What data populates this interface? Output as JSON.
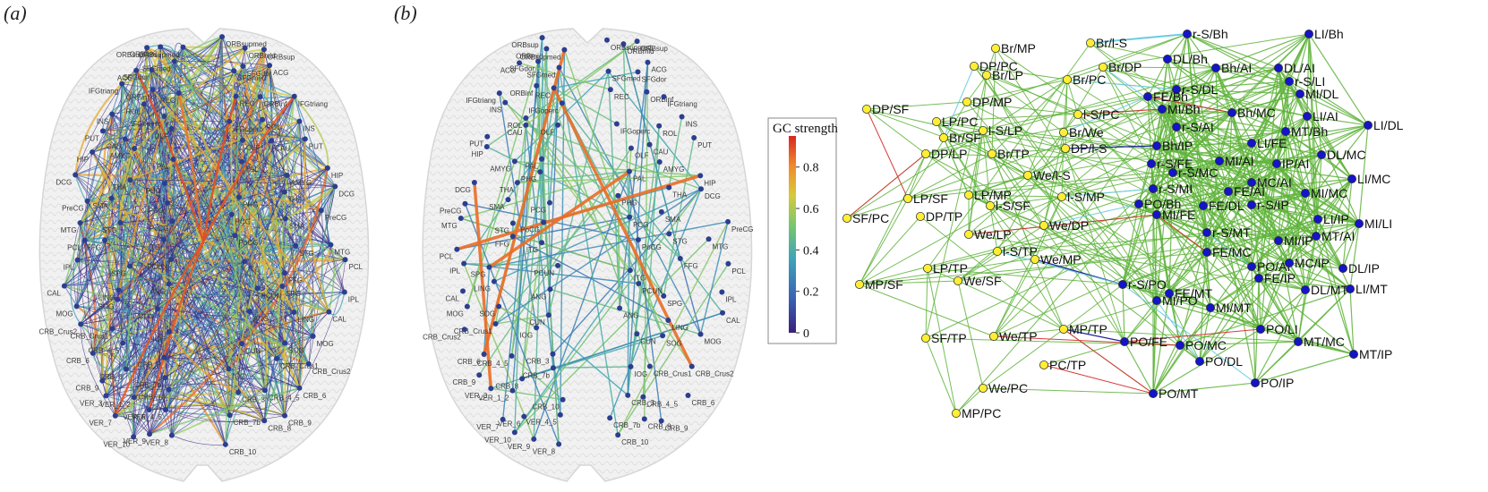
{
  "panels": {
    "a": {
      "letter": "(a)"
    },
    "b": {
      "letter": "(b)"
    }
  },
  "colorbar": {
    "title": "GC strength",
    "ticks": [
      "0",
      "0.2",
      "0.4",
      "0.6",
      "0.8"
    ],
    "tick_values": [
      0,
      0.2,
      0.4,
      0.6,
      0.8
    ],
    "stops": [
      "#3b1f7a",
      "#3a64b5",
      "#3fa5b8",
      "#7ac76b",
      "#d8c93a",
      "#f08a2c",
      "#d9261c"
    ]
  },
  "brain_rois": {
    "left": [
      "ORBsupmed",
      "ORBmid",
      "ORBsup",
      "SFGmed",
      "SFGdor",
      "ACG",
      "REC",
      "ORBinf",
      "IFGtriang",
      "IFGoperc",
      "ROL",
      "INS",
      "OLF",
      "CAU",
      "PUT",
      "PAL",
      "AMYG",
      "HIP",
      "PHG",
      "THA",
      "DCG",
      "PCG",
      "SMA",
      "PreCG",
      "PoCG",
      "STG",
      "MTG",
      "ITG",
      "FFG",
      "PCL",
      "PCUN",
      "SPG",
      "IPL",
      "ANG",
      "LING",
      "CAL",
      "CUN",
      "SOG",
      "MOG",
      "IOG",
      "CRB_Crus1",
      "CRB_Crus2",
      "CRB_3",
      "CRB_4_5",
      "CRB_6",
      "CRB_7b",
      "CRB_8",
      "CRB_9",
      "CRB_10",
      "VER_1_2",
      "VER_3",
      "VER_4_5",
      "VER_6",
      "VER_7",
      "VER_8",
      "VER_9",
      "VER_10"
    ],
    "right": [
      "ORBsupmed",
      "ORBmid",
      "ORBsup",
      "SFGmed",
      "SFGdor",
      "ACG",
      "REC",
      "ORBinf",
      "IFGtriang",
      "IFGoperc",
      "ROL",
      "INS",
      "OLF",
      "CAU",
      "PUT",
      "PAL",
      "AMYG",
      "HIP",
      "PHG",
      "THA",
      "DCG",
      "PCG",
      "SMA",
      "PreCG",
      "PoCG",
      "STG",
      "MTG",
      "ITG",
      "FFG",
      "PCL",
      "PCUN",
      "SPG",
      "IPL",
      "ANG",
      "LING",
      "CAL",
      "CUN",
      "SOG",
      "MOG",
      "IOG",
      "CRB_Crus1",
      "CRB_Crus2",
      "CRB_3",
      "CRB_4_5",
      "CRB_6",
      "CRB_7b",
      "CRB_8",
      "CRB_9",
      "CRB_10"
    ]
  },
  "network": {
    "node_colors": {
      "yellow": "#ffee33",
      "blue": "#1414c8"
    },
    "edge_colors": {
      "green": "#5fb33a",
      "red": "#d43030",
      "cyan": "#6ccbe6",
      "navy": "#1a1a9c"
    },
    "yellow_nodes": [
      "Br/MP",
      "Br/l-S",
      "DP/PC",
      "Br/LP",
      "Br/DP",
      "Br/PC",
      "DP/MP",
      "DP/SF",
      "LP/PC",
      "l-S/LP",
      "Br/We",
      "l-S/PC",
      "Br/SF",
      "Br/TP",
      "DP/l-S",
      "DP/LP",
      "We/l-S",
      "l-S/MP",
      "LP/SF",
      "LP/MP",
      "l-S/SF",
      "We/DP",
      "SF/PC",
      "DP/TP",
      "We/LP",
      "l-S/TP",
      "We/MP",
      "LP/TP",
      "We/SF",
      "MP/SF",
      "SF/TP",
      "We/TP",
      "MP/TP",
      "PC/TP",
      "We/PC",
      "MP/PC"
    ],
    "blue_nodes": [
      "r-S/Bh",
      "LI/Bh",
      "DL/Bh",
      "Bh/AI",
      "DL/AI",
      "r-S/LI",
      "MI/DL",
      "r-S/DL",
      "FE/Bh",
      "MI/Bh",
      "Bh/MC",
      "LI/AI",
      "LI/DL",
      "r-S/AI",
      "MT/Bh",
      "Bh/IP",
      "LI/FE",
      "DL/MC",
      "MI/AI",
      "IP/AI",
      "r-S/FE",
      "r-S/MC",
      "MC/AI",
      "MI/MC",
      "LI/MC",
      "r-S/MI",
      "FE/AI",
      "PO/Bh",
      "MI/FE",
      "FE/DL",
      "r-S/IP",
      "LI/IP",
      "MI/LI",
      "r-S/MT",
      "MI/IP",
      "MT/AI",
      "FE/MC",
      "PO/AI",
      "MC/IP",
      "DL/IP",
      "FE/IP",
      "r-S/PO",
      "FE/MT",
      "DL/MT",
      "LI/MT",
      "MI/PO",
      "MI/MT",
      "PO/LI",
      "PO/FE",
      "PO/MC",
      "MT/MC",
      "MT/IP",
      "PO/DL",
      "PO/IP",
      "PO/MT"
    ]
  }
}
